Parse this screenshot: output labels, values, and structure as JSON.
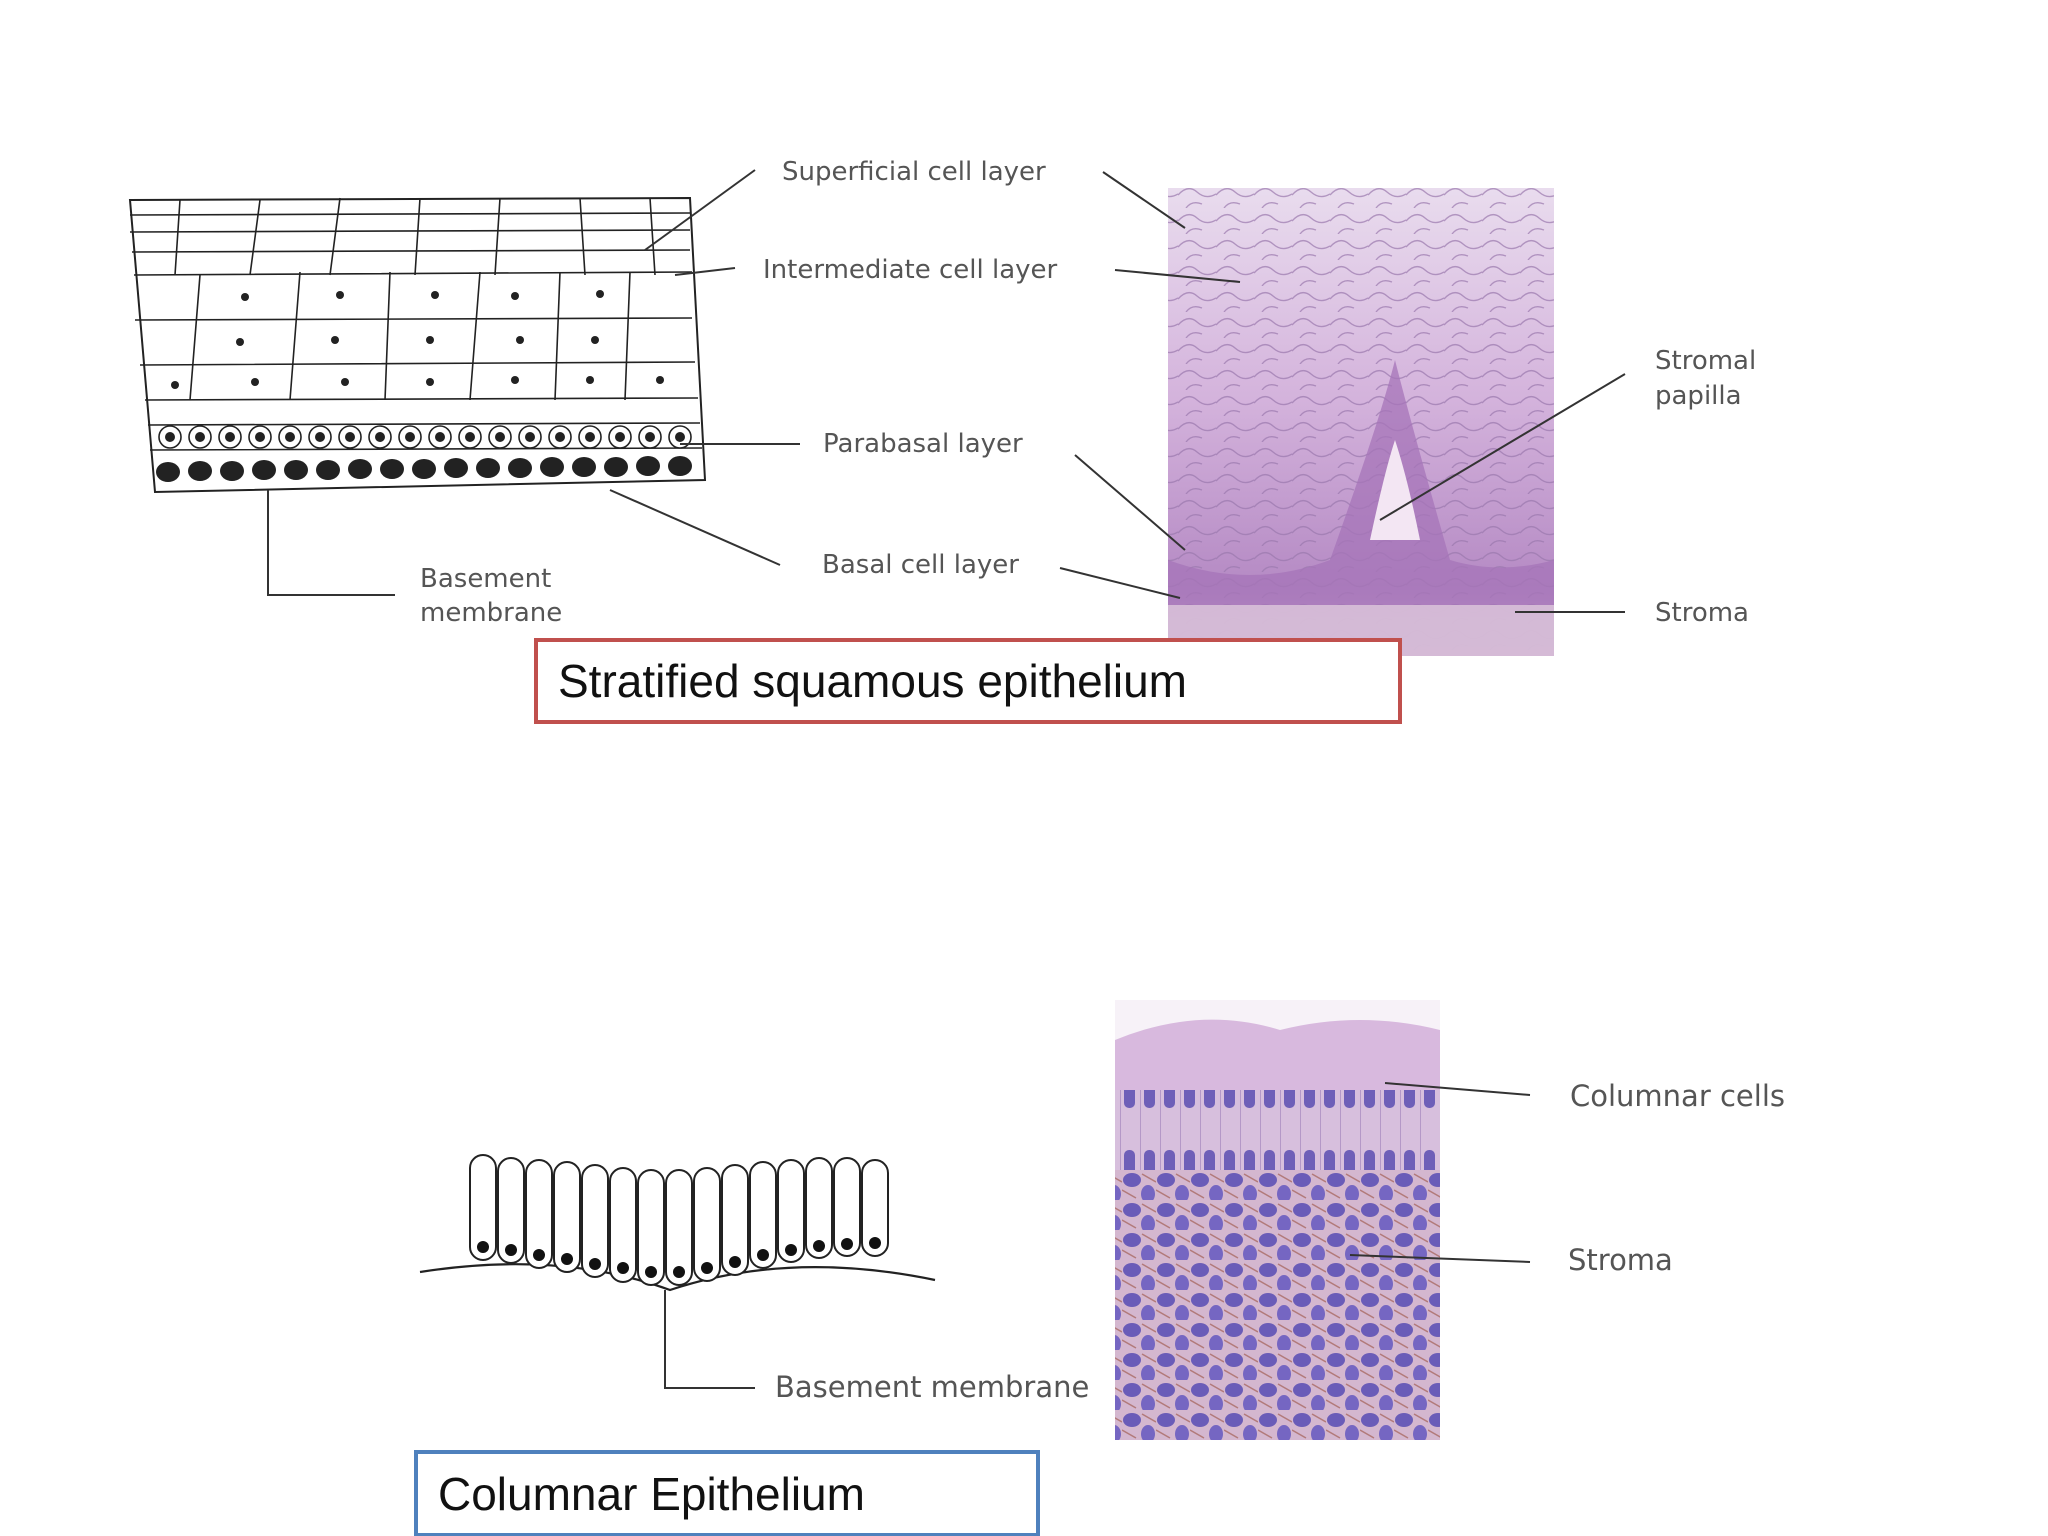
{
  "slide": {
    "colors": {
      "red_box": "#c0504d",
      "blue_box": "#4f81bd",
      "stain_pink": "#c89ad0",
      "stain_purple": "#5a3f9a"
    },
    "top": {
      "caption": "Stratified squamous epithelium",
      "labels": {
        "superficial": "Superficial cell layer",
        "intermediate": "Intermediate cell layer",
        "parabasal": "Parabasal layer",
        "basal": "Basal cell layer",
        "basement_1": "Basement",
        "basement_2": "membrane",
        "stromal_1": "Stromal",
        "stromal_2": "papilla",
        "stroma": "Stroma"
      }
    },
    "bottom": {
      "caption": "Columnar Epithelium",
      "labels": {
        "basement": "Basement membrane",
        "columnar": "Columnar cells",
        "stroma": "Stroma"
      }
    }
  }
}
